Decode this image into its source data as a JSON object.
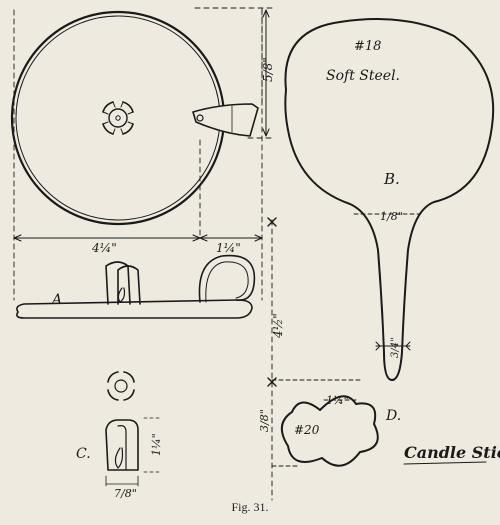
{
  "figure_caption": "Fig. 31.",
  "title_note": "Candle Stick",
  "parts": {
    "A": {
      "letter": "A",
      "dim_width": "4¼\"",
      "dim_handle": "1¼\"",
      "dim_height": "5/8\""
    },
    "B": {
      "letter": "B.",
      "number": "#18",
      "material": "Soft Steel.",
      "dim_neck": "1/8\"",
      "dim_tip": "3/4\"",
      "dim_overall": "4½\""
    },
    "C": {
      "letter": "C.",
      "dim_height": "1¼\"",
      "dim_width": "7/8\""
    },
    "D": {
      "letter": "D.",
      "number": "#20",
      "dim_lobe": "1¼\"",
      "dim_height": "3/8\""
    }
  }
}
